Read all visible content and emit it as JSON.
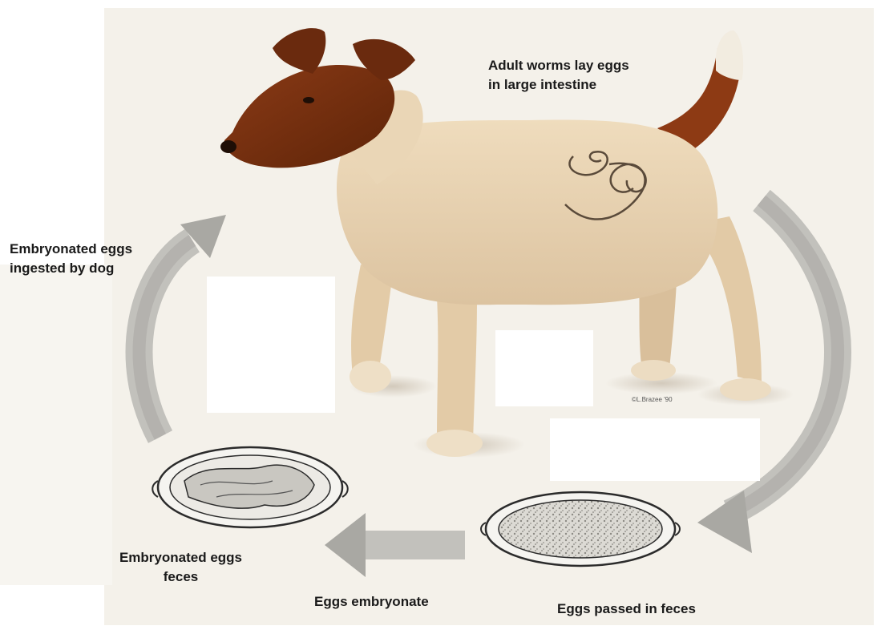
{
  "labels": {
    "adult_line1": "Adult worms lay eggs",
    "adult_line2": "in large intestine",
    "ingested_line1": "Embryonated eggs",
    "ingested_line2": "ingested by dog",
    "emb_feces_line1": "Embryonated eggs",
    "emb_feces_line2": "feces",
    "embryonate": "Eggs embryonate",
    "passed": "Eggs passed in feces",
    "signature": "©L.Brazee '90"
  },
  "colors": {
    "dog_body": "#ead6b6",
    "dog_head": "#7c3414",
    "arrow": "#a8a8a4",
    "egg_outline": "#2b2b2b",
    "background_panel": "#f4f1ea"
  }
}
